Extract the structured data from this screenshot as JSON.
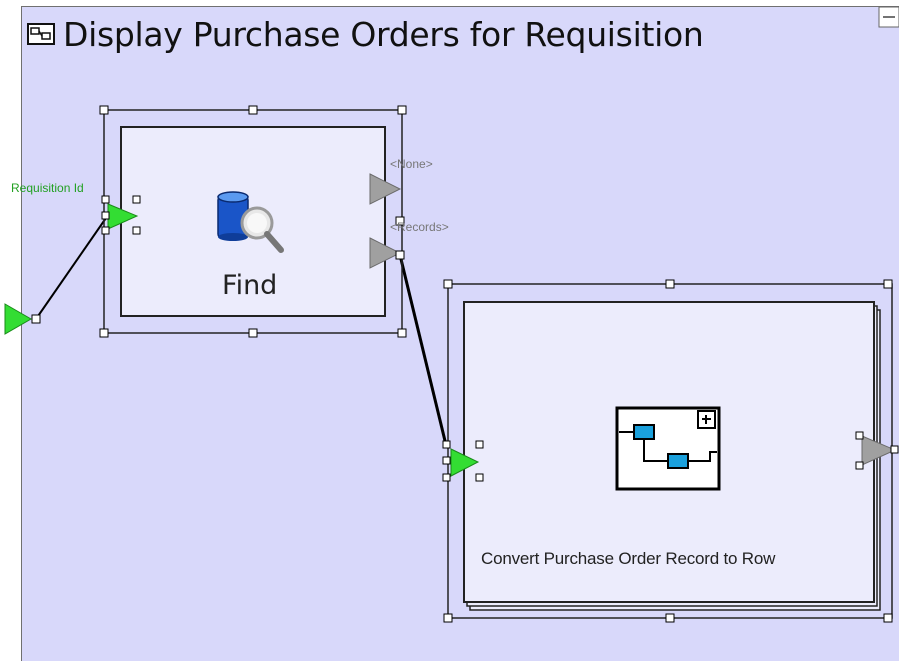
{
  "diagram": {
    "title": "Display Purchase Orders for Requisition",
    "input_label": "Requisition Id",
    "find_node": {
      "label": "Find",
      "icon": "database-search-icon",
      "ports": {
        "none": "<None>",
        "records": "<Records>"
      }
    },
    "convert_node": {
      "label": "Convert Purchase Order Record to Row",
      "icon": "subflow-icon"
    }
  },
  "colors": {
    "background": "#d8d8fa",
    "node_fill": "#ececfc",
    "input_port": "#33dd33",
    "output_port": "#a0a0a0",
    "input_label": "#22a022",
    "port_label": "#777777"
  }
}
